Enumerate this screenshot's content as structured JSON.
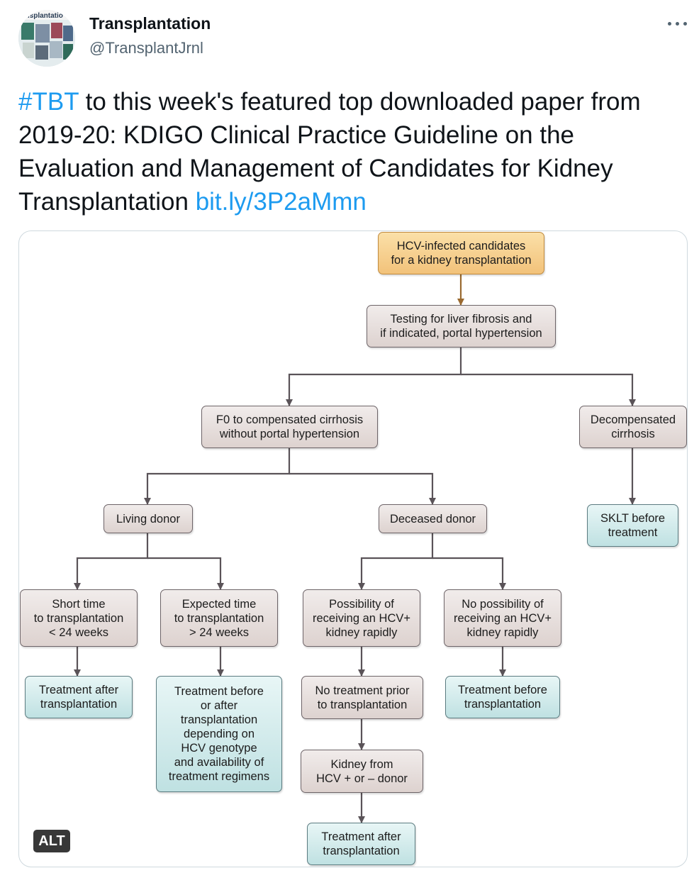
{
  "author": {
    "display_name": "Transplantation",
    "handle": "@TransplantJrnl",
    "avatar_icon": "journal-covers-avatar"
  },
  "tweet": {
    "hashtag": "#TBT",
    "text": " to this week's featured top downloaded paper from 2019-20: KDIGO Clinical Practice Guideline on the Evaluation and Management of Candidates for Kidney Transplantation ",
    "link": "bit.ly/3P2aMmn"
  },
  "media": {
    "alt_badge": "ALT",
    "flowchart": {
      "nodes": {
        "root": "HCV-infected candidates\nfor a kidney transplantation",
        "testing": "Testing for liver fibrosis and\nif indicated, portal hypertension",
        "f0": "F0 to compensated cirrhosis\nwithout portal hypertension",
        "decomp": "Decompensated\ncirrhosis",
        "living": "Living donor",
        "deceased": "Deceased donor",
        "sklt": "SKLT before\ntreatment",
        "short_time": "Short time\nto transplantation\n< 24 weeks",
        "expected_time": "Expected time\nto transplantation\n> 24 weeks",
        "possibility": "Possibility of\nreceiving an HCV+\nkidney rapidly",
        "no_possibility": "No possibility of\nreceiving an HCV+\nkidney rapidly",
        "treat_after_1": "Treatment after\ntransplantation",
        "treat_before_after": "Treatment before\nor after\ntransplantation\ndepending on\nHCV genotype\nand availability of\ntreatment regimens",
        "no_treatment": "No treatment prior\nto transplantation",
        "treat_before": "Treatment before\ntransplantation",
        "kidney_from": "Kidney from\nHCV + or – donor",
        "treat_after_2": "Treatment after\ntransplantation"
      },
      "colors": {
        "root_fill": "#f2c27a",
        "decision_fill": "#e6dcd9",
        "outcome_fill": "#c9e6e7",
        "connector": "#5a5358",
        "root_arrow": "#9a6a30"
      }
    }
  },
  "icons": {
    "more": "more-options-icon"
  }
}
